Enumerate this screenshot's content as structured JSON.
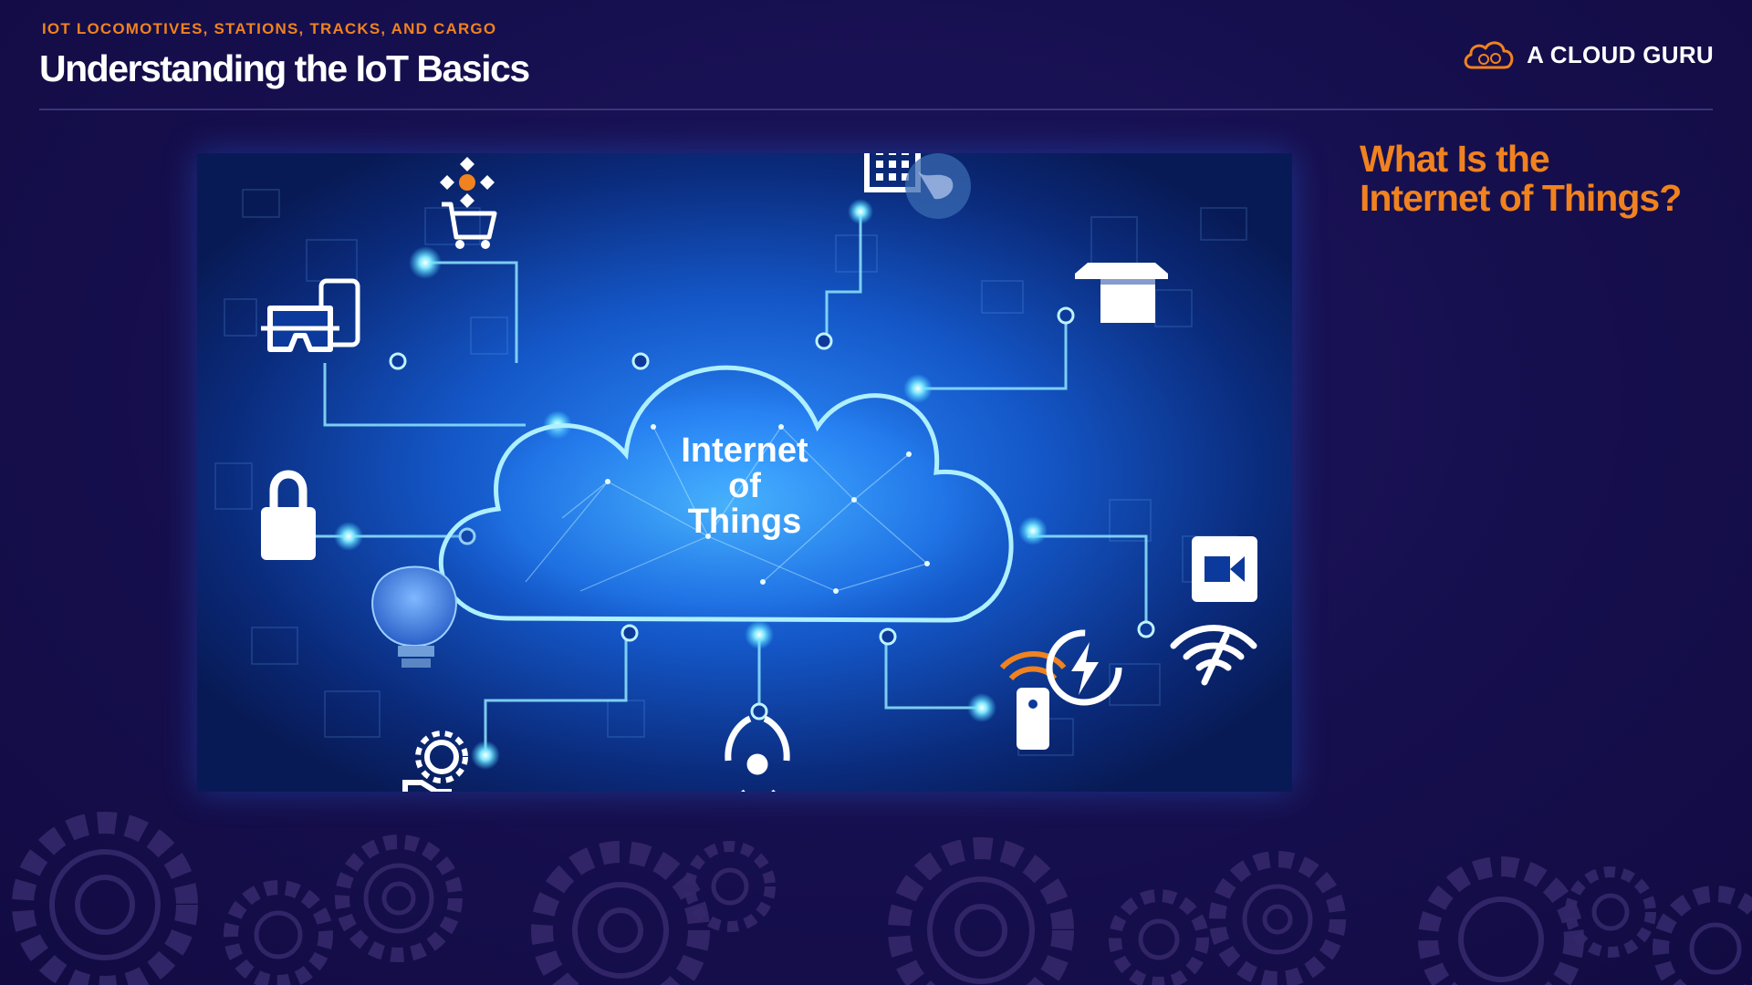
{
  "header": {
    "eyebrow": "IOT LOCOMOTIVES, STATIONS, TRACKS, AND CARGO",
    "title": "Understanding the IoT Basics"
  },
  "brand": {
    "name": "A CLOUD GURU",
    "icon": "cloud-logo-icon"
  },
  "sidebar": {
    "question_line1": "What Is the",
    "question_line2": "Internet of Things?"
  },
  "hero": {
    "center_line1": "Internet",
    "center_line2": "of",
    "center_line3": "Things",
    "icons": [
      "shopping-cart-icon",
      "building-icon",
      "globe-icon",
      "vr-glasses-icon",
      "phone-icon",
      "package-icon",
      "lock-icon",
      "lightbulb-icon",
      "gear-hand-icon",
      "radiation-icon",
      "remote-wifi-icon",
      "energy-cycle-icon",
      "video-icon",
      "wifi-icon"
    ]
  },
  "colors": {
    "background": "#160f4e",
    "accent": "#f0821f",
    "cyan_glow": "#3fd0ff",
    "gear_tint": "#3a2a6a"
  }
}
